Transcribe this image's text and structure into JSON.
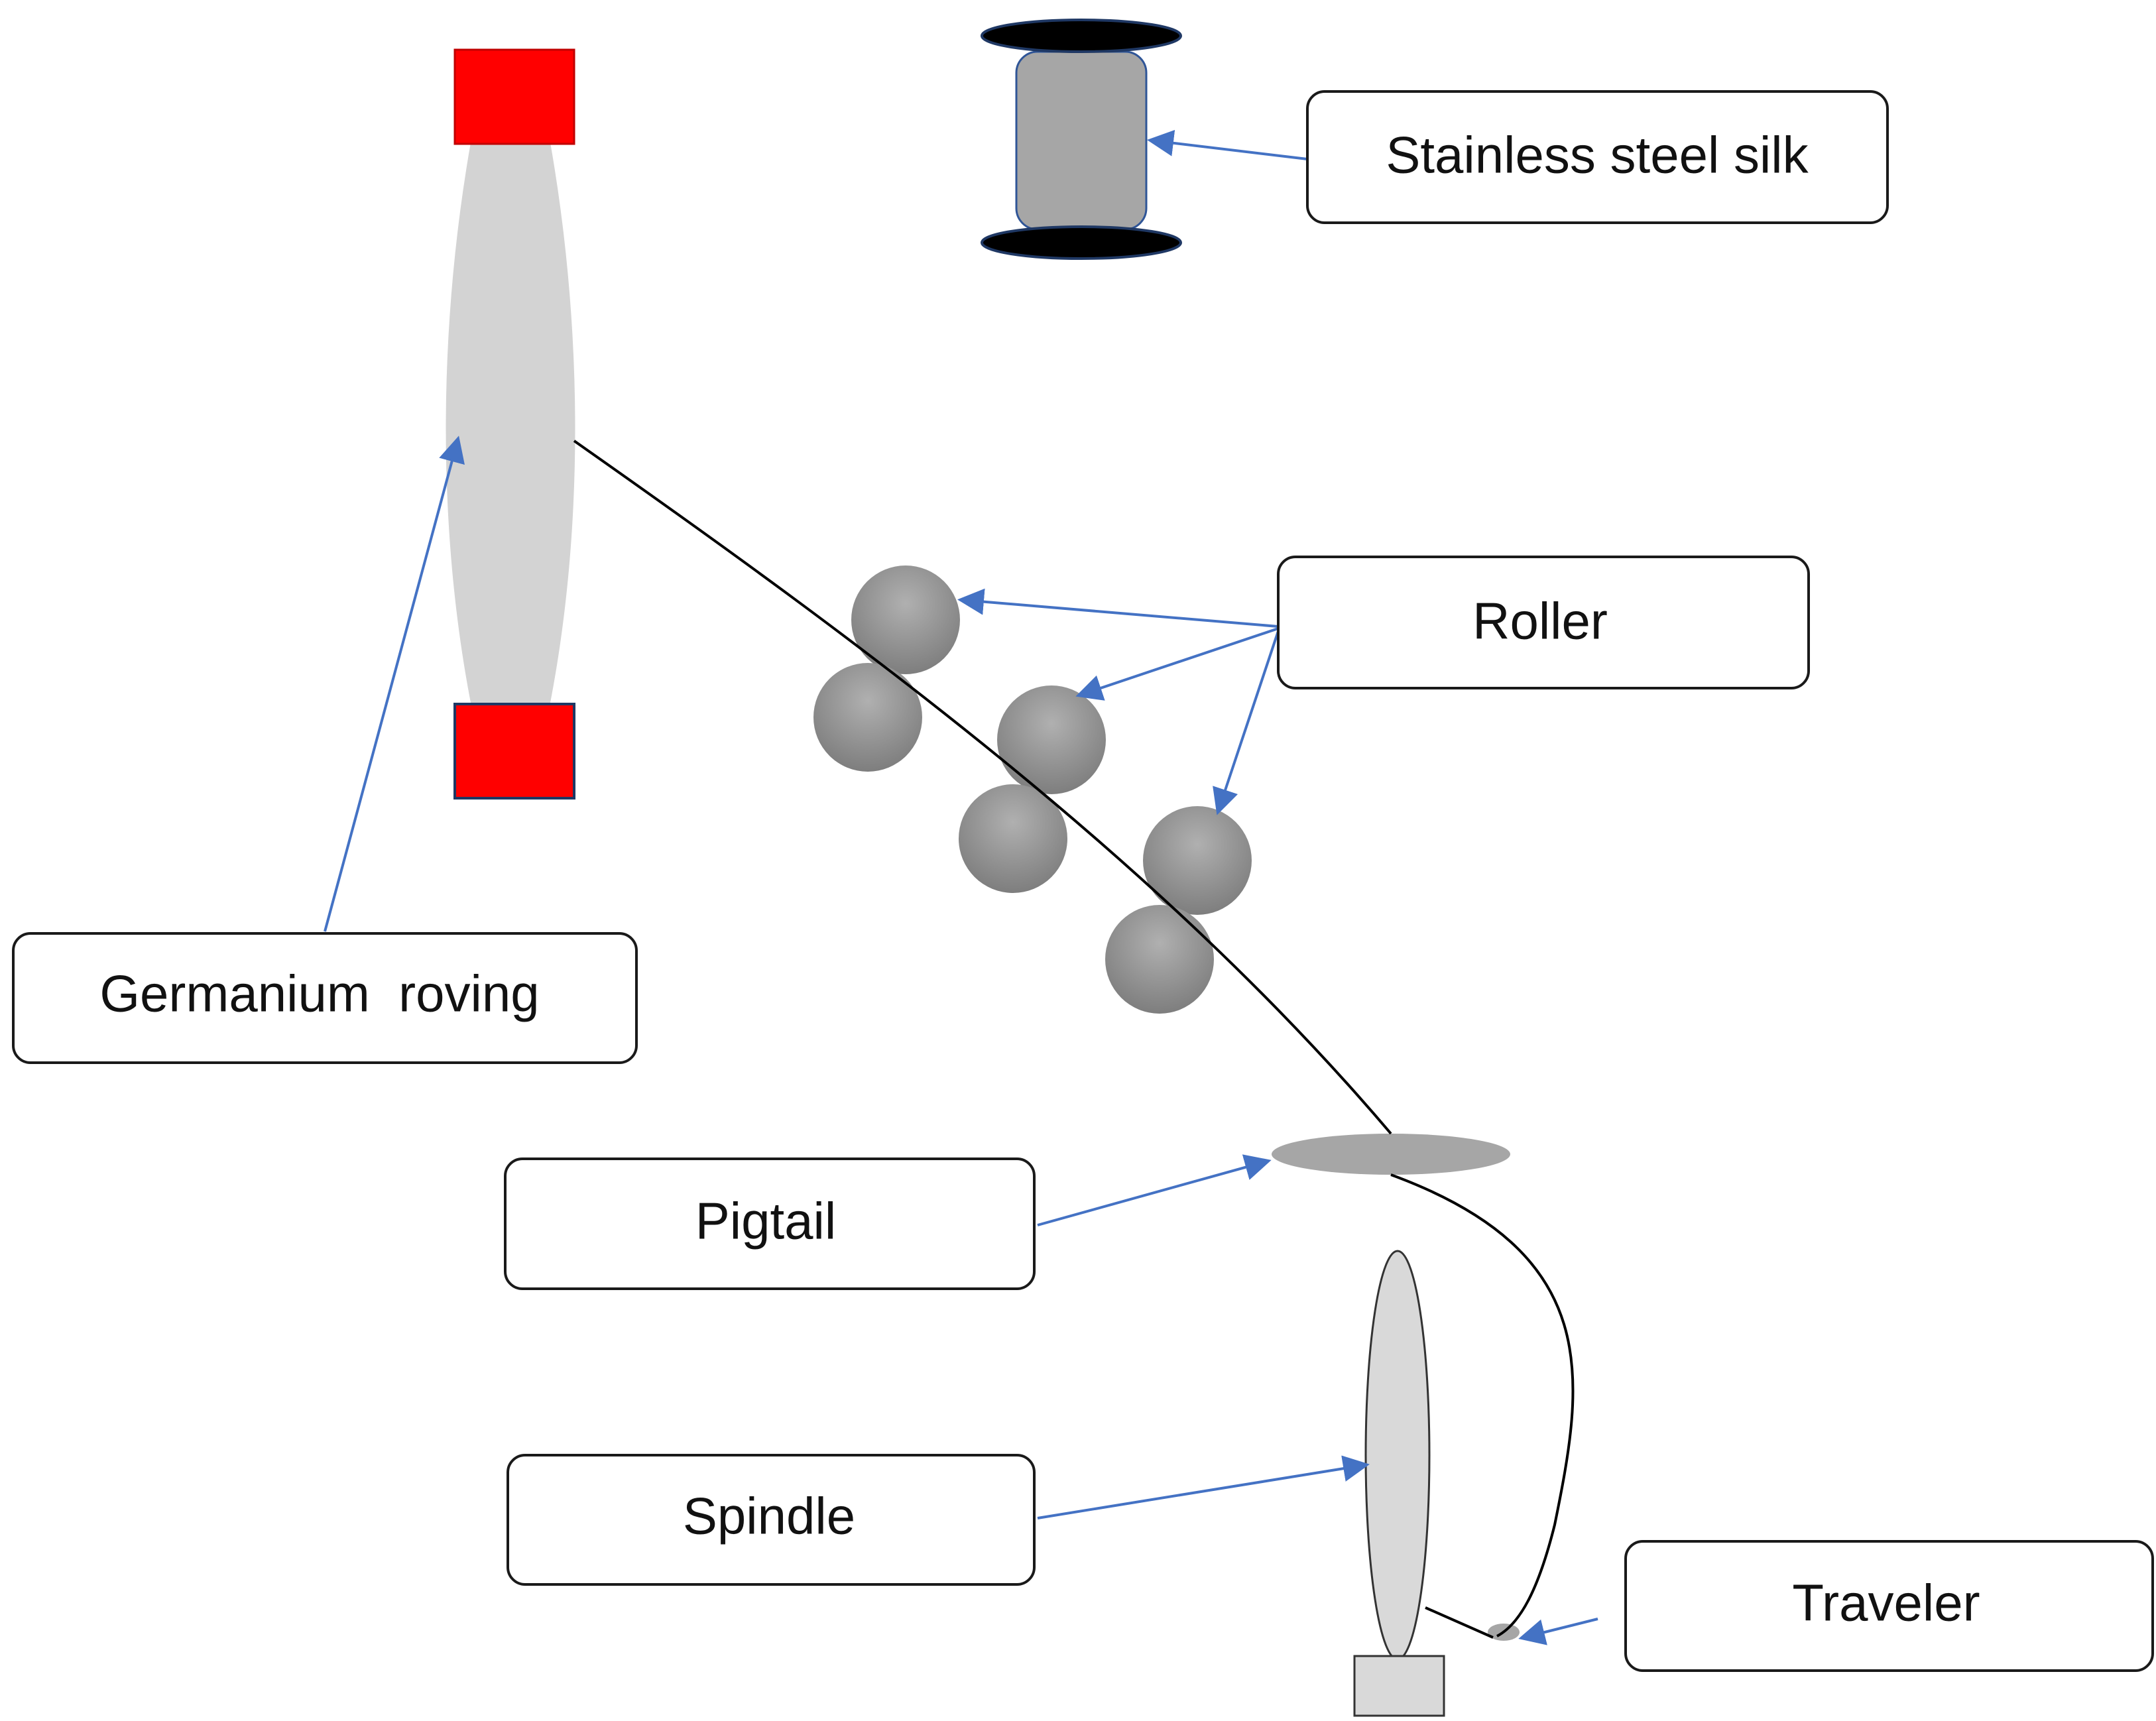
{
  "labels": {
    "stainless_steel_silk": "Stainless steel silk",
    "roller": "Roller",
    "germanium_roving": "Germanium  roving",
    "pigtail": "Pigtail",
    "spindle": "Spindle",
    "traveler": "Traveler"
  },
  "colors": {
    "arrow": "#4472C4",
    "roving_holder": "#FF0000",
    "roving_body": "#D3D3D3",
    "spool_flange": "#000000",
    "spool_body": "#A6A6A6",
    "roller": "#8C8C8C",
    "pigtail": "#A6A6A6",
    "spindle": "#D9D9D9",
    "spindle_base": "#D9D9D9",
    "yarn": "#000000"
  }
}
